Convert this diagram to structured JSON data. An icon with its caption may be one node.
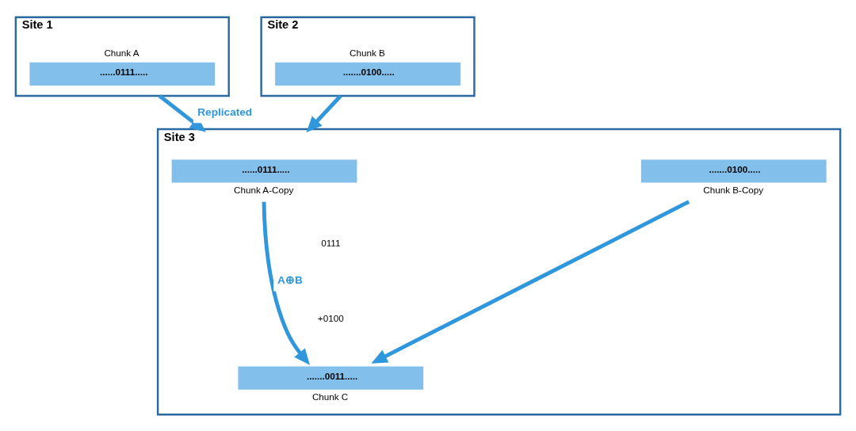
{
  "diagram": {
    "nodes": [
      {
        "text": [
          "Site 1"
        ]
      },
      {
        "text": [
          "......0111....."
        ],
        "beside": [
          "Chunk A"
        ],
        "in": 0
      },
      {
        "text": [
          "Site 2"
        ]
      },
      {
        "text": [
          ".......0100....."
        ],
        "beside": [
          "Chunk B"
        ],
        "in": 2
      },
      {
        "text": [
          "Site 3"
        ]
      },
      {
        "text": [
          "......0111....."
        ],
        "beside": [
          "Chunk A-Copy"
        ],
        "in": 4
      },
      {
        "text": [
          ".......0100....."
        ],
        "beside": [
          "Chunk B-Copy"
        ],
        "in": 4
      },
      {
        "text": [
          ".......0011....."
        ],
        "beside": [
          "Chunk C"
        ],
        "in": 4
      }
    ],
    "edges": [
      {
        "from": 0,
        "to": 4,
        "arrow": "to",
        "label": "Replicated"
      },
      {
        "from": 2,
        "to": 4,
        "arrow": "to"
      },
      {
        "from": 5,
        "to": 7,
        "arrow": "to",
        "label": "A⊕B"
      },
      {
        "from": 6,
        "to": 7,
        "arrow": "to"
      }
    ],
    "labels": [
      "0111",
      "+0100"
    ]
  }
}
